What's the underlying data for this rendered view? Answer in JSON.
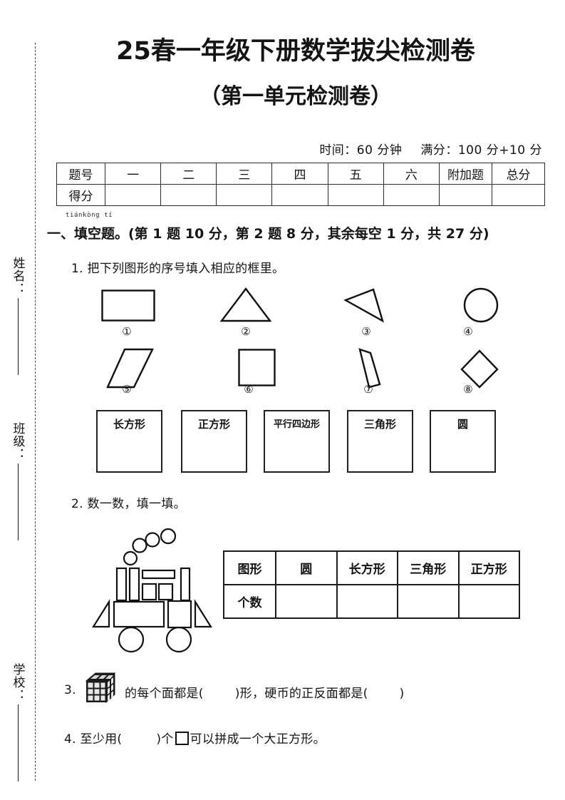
{
  "header": {
    "title": "25春一年级下册数学拔尖检测卷",
    "subtitle": "（第一单元检测卷）",
    "time_label": "时间：60 分钟",
    "score_label": "满分：100 分+10 分"
  },
  "score_table": {
    "row_labels": [
      "题号",
      "得分"
    ],
    "columns": [
      "一",
      "二",
      "三",
      "四",
      "五",
      "六",
      "附加题",
      "总分"
    ],
    "scores": [
      "",
      "",
      "",
      "",
      "",
      "",
      "",
      ""
    ]
  },
  "section": {
    "pinyin": "tiánkòng tí",
    "heading": "一、填空题。(第 1 题 10 分，第 2 题 8 分，其余每空 1 分，共 27 分)"
  },
  "q1": {
    "text": "1. 把下列图形的序号填入相应的框里。",
    "shapes": [
      {
        "num": "①",
        "kind": "rectangle"
      },
      {
        "num": "②",
        "kind": "triangle"
      },
      {
        "num": "③",
        "kind": "thin-triangle"
      },
      {
        "num": "④",
        "kind": "circle"
      },
      {
        "num": "⑤",
        "kind": "parallelogram"
      },
      {
        "num": "⑥",
        "kind": "square"
      },
      {
        "num": "⑦",
        "kind": "slanted-rectangle"
      },
      {
        "num": "⑧",
        "kind": "diamond"
      }
    ],
    "answer_boxes": [
      "长方形",
      "正方形",
      "平行四边形",
      "三角形",
      "圆"
    ]
  },
  "q2": {
    "text": "2. 数一数，填一填。",
    "figure_name": "train-made-of-shapes",
    "table": {
      "row_labels": [
        "图形",
        "个数"
      ],
      "columns": [
        "圆",
        "长方形",
        "三角形",
        "正方形"
      ],
      "counts": [
        "",
        "",
        "",
        ""
      ]
    }
  },
  "q3": {
    "prefix": "3.",
    "icon": "rubiks-cube-icon",
    "text_a": "的每个面都是(",
    "text_b": ")形，硬币的正反面都是(",
    "text_c": ")"
  },
  "q4": {
    "text_a": "4. 至少用(",
    "text_b": ")个",
    "text_c": "可以拼成一个大正方形。"
  },
  "margin": {
    "fields": [
      "姓名：",
      "班级：",
      "学校："
    ]
  },
  "colors": {
    "ink": "#141414",
    "rule": "#1f1f1f",
    "paper": "#ffffff"
  }
}
